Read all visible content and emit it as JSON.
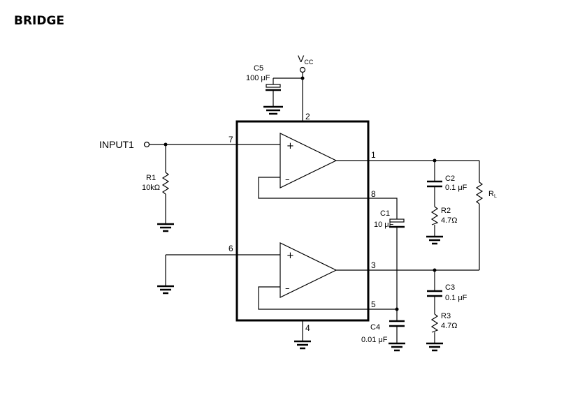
{
  "title": "BRIDGE",
  "supply": {
    "main": "V",
    "sub": "CC"
  },
  "input": {
    "label": "INPUT1"
  },
  "pins": {
    "p1": "1",
    "p2": "2",
    "p3": "3",
    "p4": "4",
    "p5": "5",
    "p6": "6",
    "p7": "7",
    "p8": "8"
  },
  "opamp_signs": {
    "plus": "+",
    "minus": "–"
  },
  "components": {
    "C5": {
      "name": "C5",
      "value": "100 μF"
    },
    "R1": {
      "name": "R1",
      "value": "10kΩ"
    },
    "C1": {
      "name": "C1",
      "value": "10 μF"
    },
    "C2": {
      "name": "C2",
      "value": "0.1 μF"
    },
    "R2": {
      "name": "R2",
      "value": "4.7Ω"
    },
    "C3": {
      "name": "C3",
      "value": "0.1 μF"
    },
    "R3": {
      "name": "R3",
      "value": "4.7Ω"
    },
    "C4": {
      "name": "C4",
      "value": "0.01 μF"
    },
    "RL": {
      "main": "R",
      "sub": "L"
    }
  }
}
